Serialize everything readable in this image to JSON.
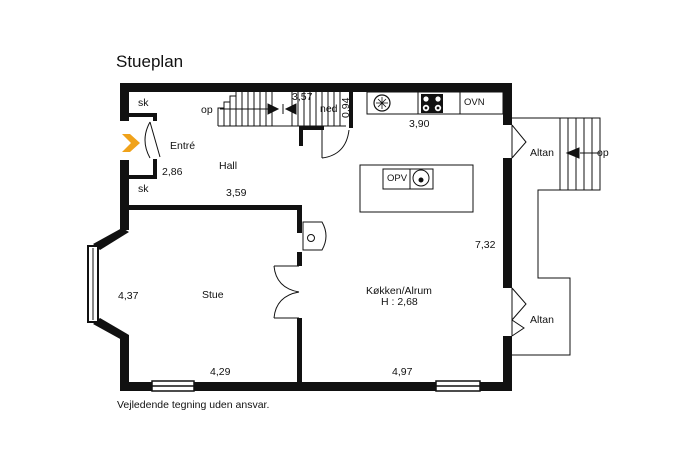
{
  "title": "Stueplan",
  "disclaimer": "Vejledende tegning uden ansvar.",
  "rooms": {
    "entre": "Entré",
    "hall": "Hall",
    "stue": "Stue",
    "kitchen": "Køkken/Alrum",
    "ceiling_height": "H : 2,68",
    "altan_top": "Altan",
    "altan_bottom": "Altan"
  },
  "closets": {
    "top": "sk",
    "bottom": "sk"
  },
  "stairs": {
    "up": "op",
    "down": "ned",
    "altan_up": "op"
  },
  "appliances": {
    "oven": "OVN",
    "dishwasher": "OPV"
  },
  "dimensions": {
    "stair_width": "3,57",
    "stair_depth": "0,94",
    "kitchen_top": "3,90",
    "entre_height": "2,86",
    "hall_width": "3,59",
    "kitchen_height": "7,32",
    "stue_height": "4,37",
    "stue_width": "4,29",
    "kitchen_width": "4,97"
  },
  "colors": {
    "wall": "#111111",
    "entry_arrow": "#f0a21a",
    "background": "#ffffff"
  }
}
